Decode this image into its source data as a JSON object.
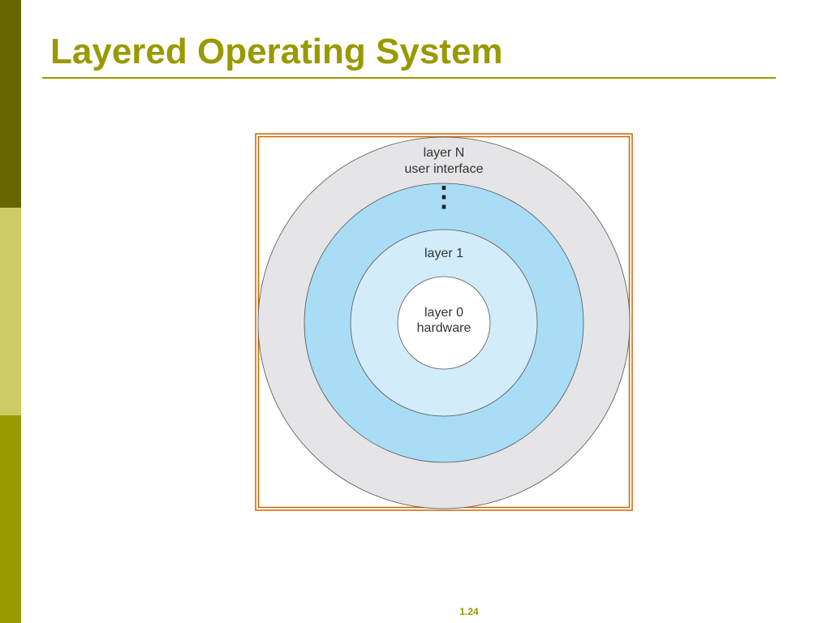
{
  "slide": {
    "title": "Layered Operating System",
    "page_number": "1.24"
  },
  "colors": {
    "sidebar_top": "#666600",
    "sidebar_mid": "#cccc66",
    "sidebar_bottom": "#999900",
    "title": "#999900",
    "rule": "#999900",
    "frame": "#cc6600",
    "ring_outer": "#e5e5e7",
    "ring_middle": "#a9dcf5",
    "ring_inner": "#d3ecfa",
    "core": "#ffffff",
    "ring_stroke": "#555555",
    "page_number": "#999900"
  },
  "diagram": {
    "layers": [
      {
        "id": "layer-n",
        "line1": "layer N",
        "line2": "user interface"
      },
      {
        "id": "layer-middle",
        "ellipsis": "⋮"
      },
      {
        "id": "layer-1",
        "line1": "layer 1"
      },
      {
        "id": "layer-0",
        "line1": "layer 0",
        "line2": "hardware"
      }
    ]
  }
}
